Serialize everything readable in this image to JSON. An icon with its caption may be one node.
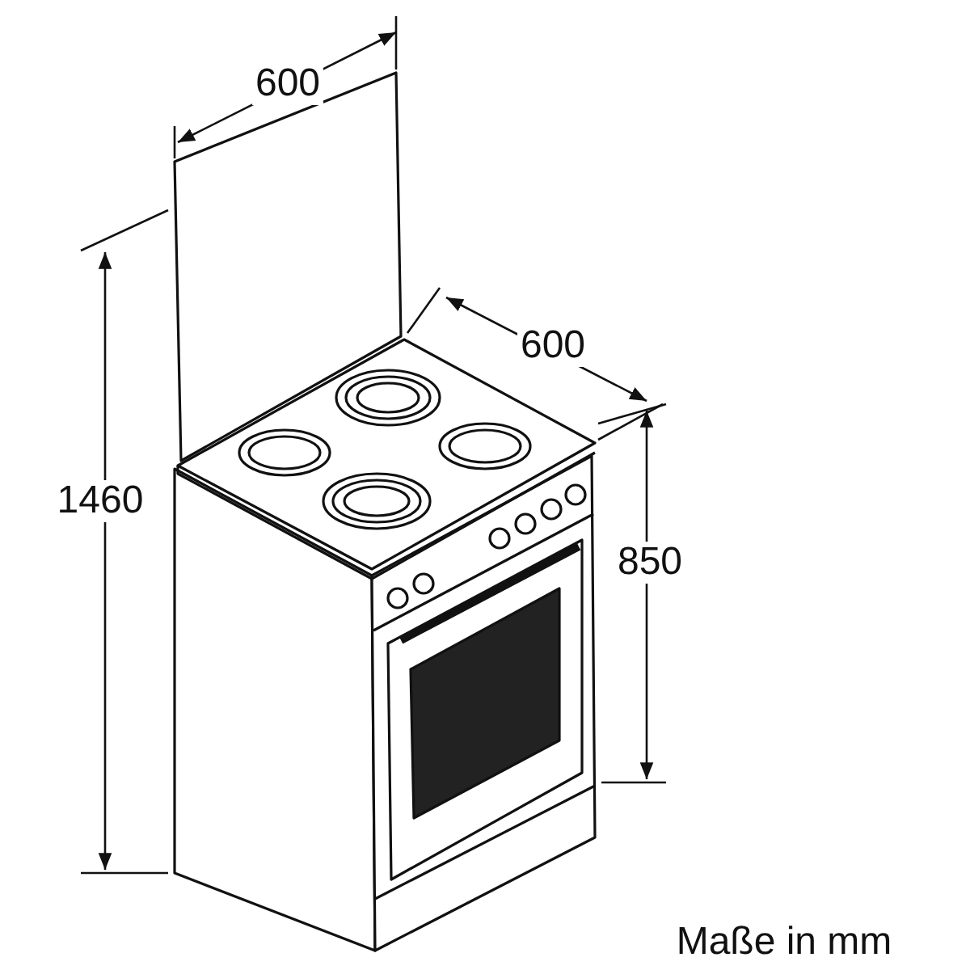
{
  "diagram": {
    "labels": [
      "600",
      "600",
      "1460",
      "850"
    ],
    "caption": "Maße in mm"
  }
}
